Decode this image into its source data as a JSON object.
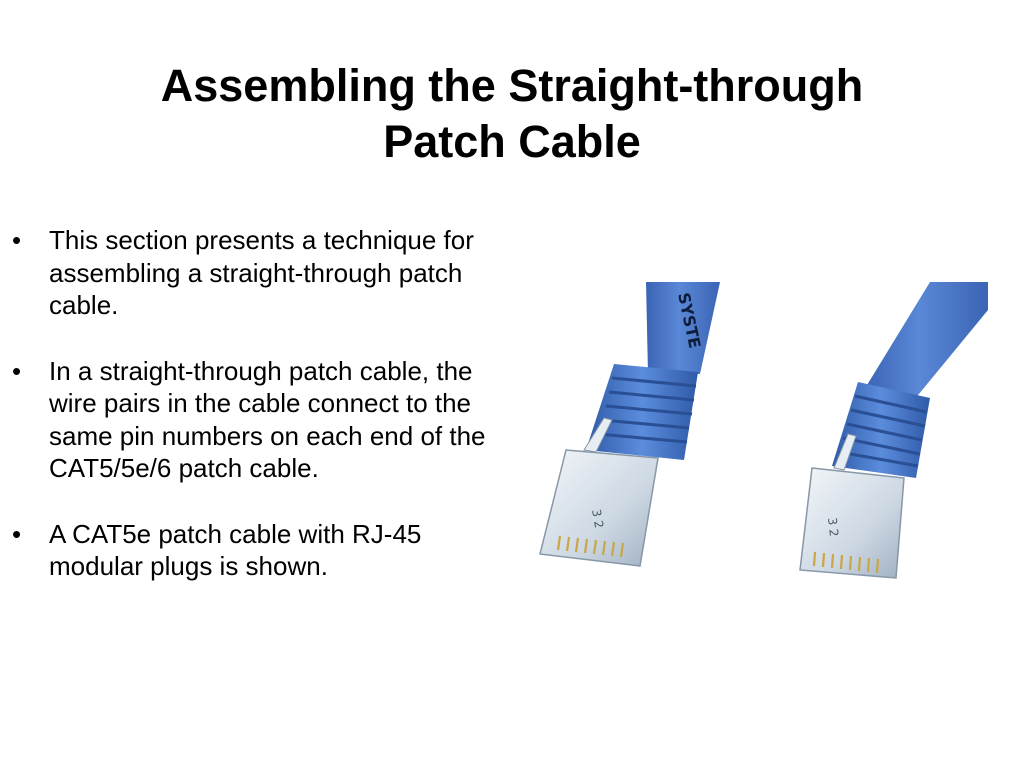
{
  "slide": {
    "title_lines": [
      "Assembling the Straight-through",
      "Patch Cable"
    ],
    "bullets": [
      "This section presents a technique for assembling a straight-through patch cable.",
      "In a straight-through patch cable, the wire pairs in the cable connect to the same pin numbers on each end of the CAT5/5e/6 patch cable.",
      "A CAT5e patch cable with RJ-45 modular plugs is shown."
    ],
    "bullet_glyph": "•"
  },
  "photo": {
    "cable_jacket_text": "SYSTE",
    "contact_label_left": "3 2",
    "contact_label_right": "3 2",
    "colors": {
      "cable_blue": "#4a78c8",
      "boot_blue": "#4d7fd0",
      "boot_shadow": "#2f5aa8",
      "plug_clear": "#dde6ee",
      "contacts_gold": "#c9a646"
    }
  }
}
